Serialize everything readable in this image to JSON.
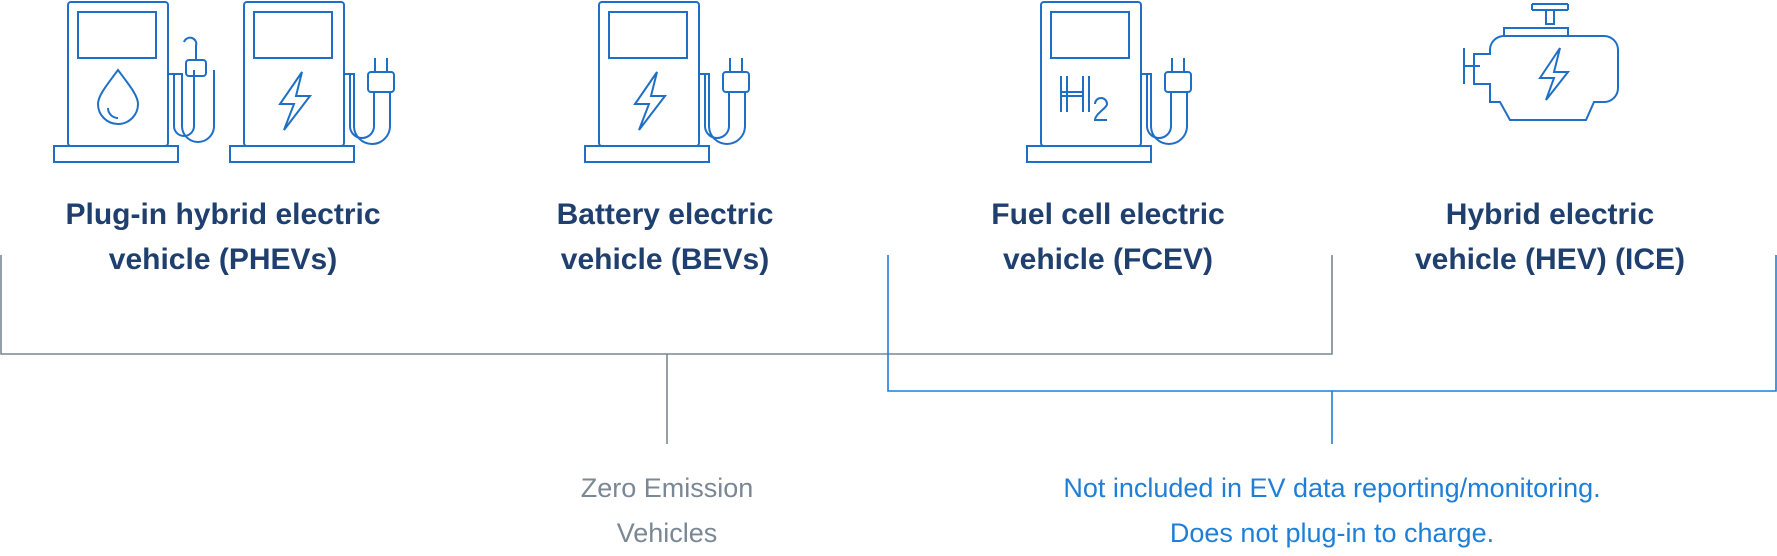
{
  "colors": {
    "icon_stroke": "#1f6fc7",
    "heading": "#1f3f6e",
    "zev_line": "#7a8794",
    "zev_text": "#7a8794",
    "not_included_line": "#1f7fd6",
    "not_included_text": "#1f7fd6"
  },
  "categories": [
    {
      "line1": "Plug-in hybrid electric",
      "line2": "vehicle (PHEVs)",
      "icon": "fuel-and-electric-pumps-icon"
    },
    {
      "line1": "Battery electric",
      "line2": "vehicle (BEVs)",
      "icon": "electric-charger-icon"
    },
    {
      "line1": "Fuel cell electric",
      "line2": "vehicle (FCEV)",
      "icon": "hydrogen-pump-icon"
    },
    {
      "line1": "Hybrid electric",
      "line2": "vehicle (HEV) (ICE)",
      "icon": "engine-icon"
    }
  ],
  "groups": {
    "zev": {
      "line1": "Zero Emission",
      "line2": "Vehicles"
    },
    "not_included": {
      "line1": "Not included in EV data reporting/monitoring.",
      "line2": "Does not plug-in to charge."
    }
  }
}
